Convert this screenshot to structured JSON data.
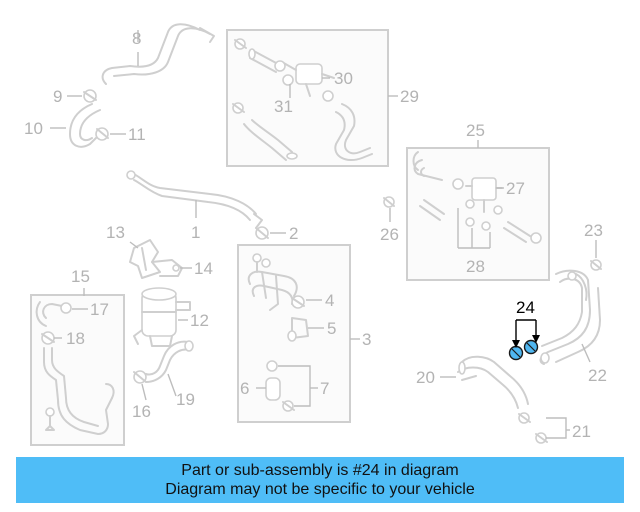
{
  "labels": {
    "l1": "1",
    "l2": "2",
    "l3": "3",
    "l4": "4",
    "l5": "5",
    "l6": "6",
    "l7": "7",
    "l8": "8",
    "l9": "9",
    "l10": "10",
    "l11": "11",
    "l12": "12",
    "l13": "13",
    "l14": "14",
    "l15": "15",
    "l16": "16",
    "l17": "17",
    "l18": "18",
    "l19": "19",
    "l20": "20",
    "l21": "21",
    "l22": "22",
    "l23": "23",
    "l24": "24",
    "l25": "25",
    "l26": "26",
    "l27": "27",
    "l28": "28",
    "l29": "29",
    "l30": "30",
    "l31": "31"
  },
  "highlight": {
    "part_number": "24",
    "color": "#4fb6f0"
  },
  "banner": {
    "line1": "Part or sub-assembly is #24 in diagram",
    "line2": "Diagram may not be specific to your vehicle",
    "background": "#4fbdf7"
  }
}
